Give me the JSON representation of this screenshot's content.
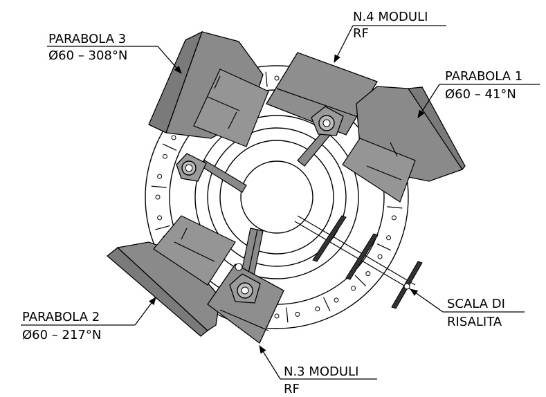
{
  "labels": {
    "parabola3": {
      "line1": "PARABOLA 3",
      "line2": "Ø60 – 308°N"
    },
    "modules4": {
      "line1": "N.4 MODULI",
      "line2": "RF"
    },
    "parabola1": {
      "line1": "PARABOLA 1",
      "line2": "Ø60 – 41°N"
    },
    "parabola2": {
      "line1": "PARABOLA 2",
      "line2": "Ø60 – 217°N"
    },
    "modules3": {
      "line1": "N.3 MODULI",
      "line2": "RF"
    },
    "ladder": {
      "line1": "SCALA DI",
      "line2": "RISALITA"
    }
  }
}
